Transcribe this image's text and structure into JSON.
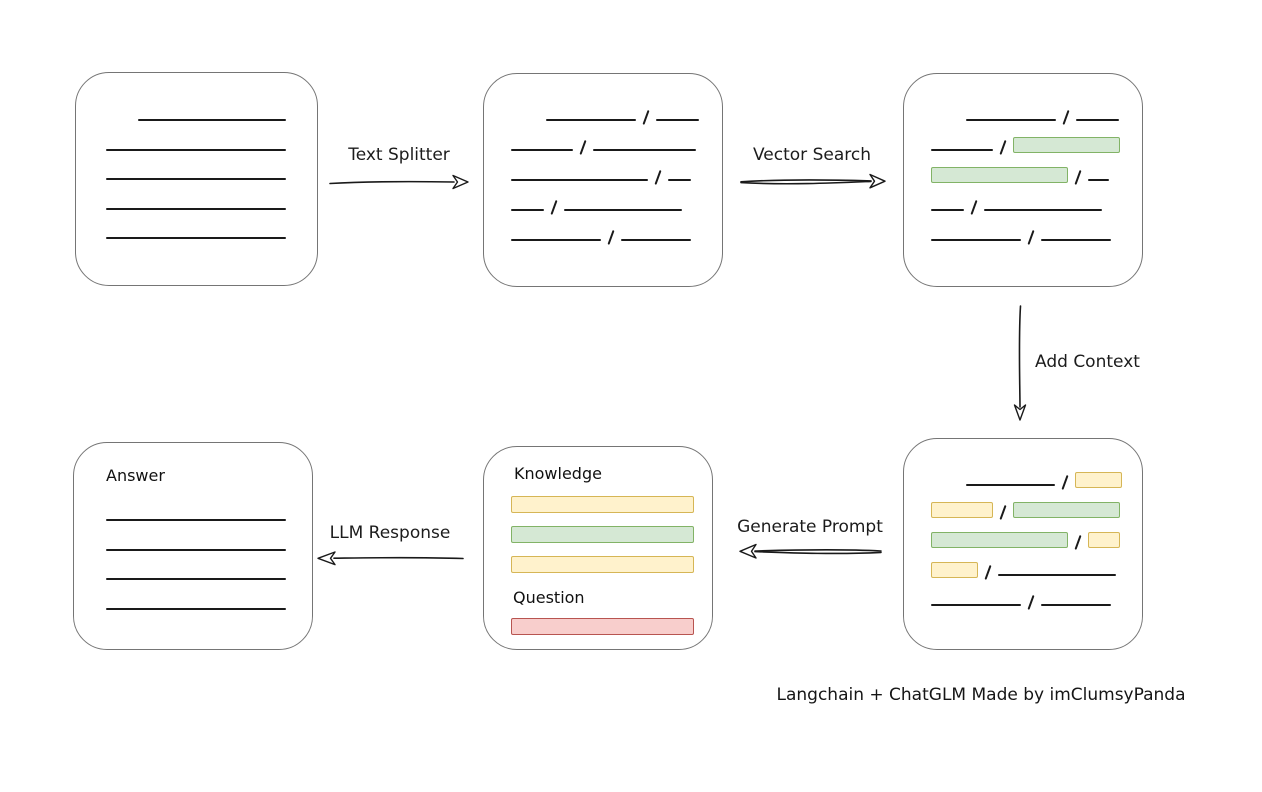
{
  "diagram": {
    "caption": "Langchain + ChatGLM Made by imClumsyPanda",
    "colors": {
      "box_border": "#757575",
      "stroke": "#1a1a1a",
      "green_fill": "#d5e8d4",
      "green_border": "#82b366",
      "yellow_fill": "#fff2cc",
      "yellow_border": "#d6b656",
      "red_fill": "#f8cecc",
      "red_border": "#b85450"
    },
    "labels": {
      "text_splitter": "Text Splitter",
      "vector_search": "Vector Search",
      "add_context": "Add Context",
      "generate_prompt": "Generate Prompt",
      "llm_response": "LLM Response"
    },
    "boxes": {
      "document": {
        "lines": [
          {
            "indent": 32,
            "width": 148
          },
          {
            "indent": 0,
            "width": 180
          },
          {
            "indent": 0,
            "width": 180
          },
          {
            "indent": 0,
            "width": 180
          },
          {
            "indent": 0,
            "width": 180
          }
        ]
      },
      "chunks": {
        "rows": [
          [
            {
              "t": "gap",
              "w": 28
            },
            {
              "t": "line",
              "w": 90
            },
            {
              "t": "slash"
            },
            {
              "t": "line",
              "w": 43
            }
          ],
          [
            {
              "t": "line",
              "w": 62
            },
            {
              "t": "slash"
            },
            {
              "t": "line",
              "w": 103
            }
          ],
          [
            {
              "t": "line",
              "w": 137
            },
            {
              "t": "slash"
            },
            {
              "t": "line",
              "w": 23
            }
          ],
          [
            {
              "t": "line",
              "w": 33
            },
            {
              "t": "slash"
            },
            {
              "t": "line",
              "w": 118
            }
          ],
          [
            {
              "t": "line",
              "w": 90
            },
            {
              "t": "slash"
            },
            {
              "t": "line",
              "w": 70
            }
          ]
        ]
      },
      "matched": {
        "rows": [
          [
            {
              "t": "gap",
              "w": 28
            },
            {
              "t": "line",
              "w": 90
            },
            {
              "t": "slash"
            },
            {
              "t": "line",
              "w": 43
            }
          ],
          [
            {
              "t": "line",
              "w": 62
            },
            {
              "t": "slash"
            },
            {
              "t": "chip",
              "c": "green",
              "w": 107
            }
          ],
          [
            {
              "t": "chip",
              "c": "green",
              "w": 137
            },
            {
              "t": "slash"
            },
            {
              "t": "line",
              "w": 21
            }
          ],
          [
            {
              "t": "line",
              "w": 33
            },
            {
              "t": "slash"
            },
            {
              "t": "line",
              "w": 118
            }
          ],
          [
            {
              "t": "line",
              "w": 90
            },
            {
              "t": "slash"
            },
            {
              "t": "line",
              "w": 70
            }
          ]
        ]
      },
      "context": {
        "rows": [
          [
            {
              "t": "gap",
              "w": 28
            },
            {
              "t": "line",
              "w": 90
            },
            {
              "t": "slash"
            },
            {
              "t": "chip",
              "c": "yellow",
              "w": 47
            }
          ],
          [
            {
              "t": "chip",
              "c": "yellow",
              "w": 62
            },
            {
              "t": "slash"
            },
            {
              "t": "chip",
              "c": "green",
              "w": 107
            }
          ],
          [
            {
              "t": "chip",
              "c": "green",
              "w": 137
            },
            {
              "t": "slash"
            },
            {
              "t": "chip",
              "c": "yellow",
              "w": 32
            }
          ],
          [
            {
              "t": "chip",
              "c": "yellow",
              "w": 47
            },
            {
              "t": "slash"
            },
            {
              "t": "line",
              "w": 118
            }
          ],
          [
            {
              "t": "line",
              "w": 90
            },
            {
              "t": "slash"
            },
            {
              "t": "line",
              "w": 70
            }
          ]
        ]
      },
      "prompt": {
        "knowledge_title": "Knowledge",
        "question_title": "Question",
        "knowledge_bars": [
          "yellow",
          "green",
          "yellow"
        ],
        "question_bars": [
          "red"
        ]
      },
      "answer": {
        "title": "Answer",
        "lines": [
          {
            "indent": 0,
            "width": 180
          },
          {
            "indent": 0,
            "width": 180
          },
          {
            "indent": 0,
            "width": 180
          },
          {
            "indent": 0,
            "width": 180
          }
        ]
      }
    }
  }
}
